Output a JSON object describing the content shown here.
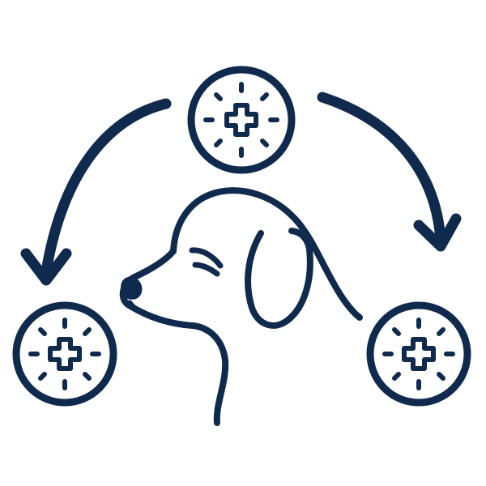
{
  "illustration": {
    "style": "monoline-icon",
    "colors": {
      "stroke": "#0f2a4d",
      "background": "#ffffff"
    },
    "elements": {
      "subject": "dog-head-icon",
      "medical_badge": "medical-cross-badge-icon",
      "cycle_arrows": "curved-arrow-icon"
    },
    "badges": [
      {
        "name": "medical-badge-top",
        "icon": "medical-cross-badge-icon"
      },
      {
        "name": "medical-badge-left",
        "icon": "medical-cross-badge-icon"
      },
      {
        "name": "medical-badge-right",
        "icon": "medical-cross-badge-icon"
      }
    ],
    "arrows": [
      {
        "name": "arrow-top-to-left",
        "icon": "curved-arrow-icon"
      },
      {
        "name": "arrow-top-to-right",
        "icon": "curved-arrow-icon"
      }
    ]
  }
}
